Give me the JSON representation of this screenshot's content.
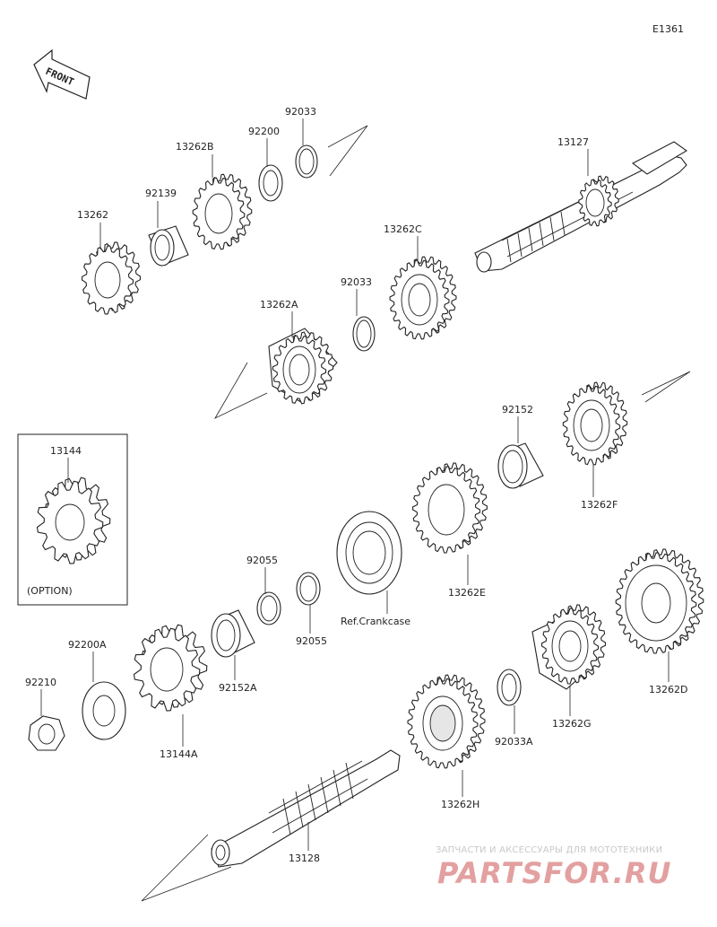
{
  "diagram_code": "E1361",
  "front_label": "FRONT",
  "option_label": "(OPTION)",
  "labels": {
    "p13262": "13262",
    "p92139": "92139",
    "p13262B": "13262B",
    "p92200": "92200",
    "p92033_top": "92033",
    "p13127": "13127",
    "p13262C": "13262C",
    "p92033_mid": "92033",
    "p13262A": "13262A",
    "p92152": "92152",
    "p13262F": "13262F",
    "p13144": "13144",
    "p13262E": "13262E",
    "p92055_a": "92055",
    "p92055_b": "92055",
    "ref_crankcase": "Ref.Crankcase",
    "p92200A": "92200A",
    "p92210": "92210",
    "p92152A": "92152A",
    "p13144A": "13144A",
    "p13262D": "13262D",
    "p13262G": "13262G",
    "p92033A": "92033A",
    "p13262H": "13262H",
    "p13128": "13128"
  },
  "watermark": {
    "tagline": "ЗАПЧАСТИ И АКСЕССУАРЫ ДЛЯ МОТОТЕХНИКИ",
    "logo": "PARTSFOR.RU"
  },
  "colors": {
    "line": "#222222",
    "watermark_logo": "#e3a0a0",
    "watermark_text": "#c9c9c9"
  }
}
